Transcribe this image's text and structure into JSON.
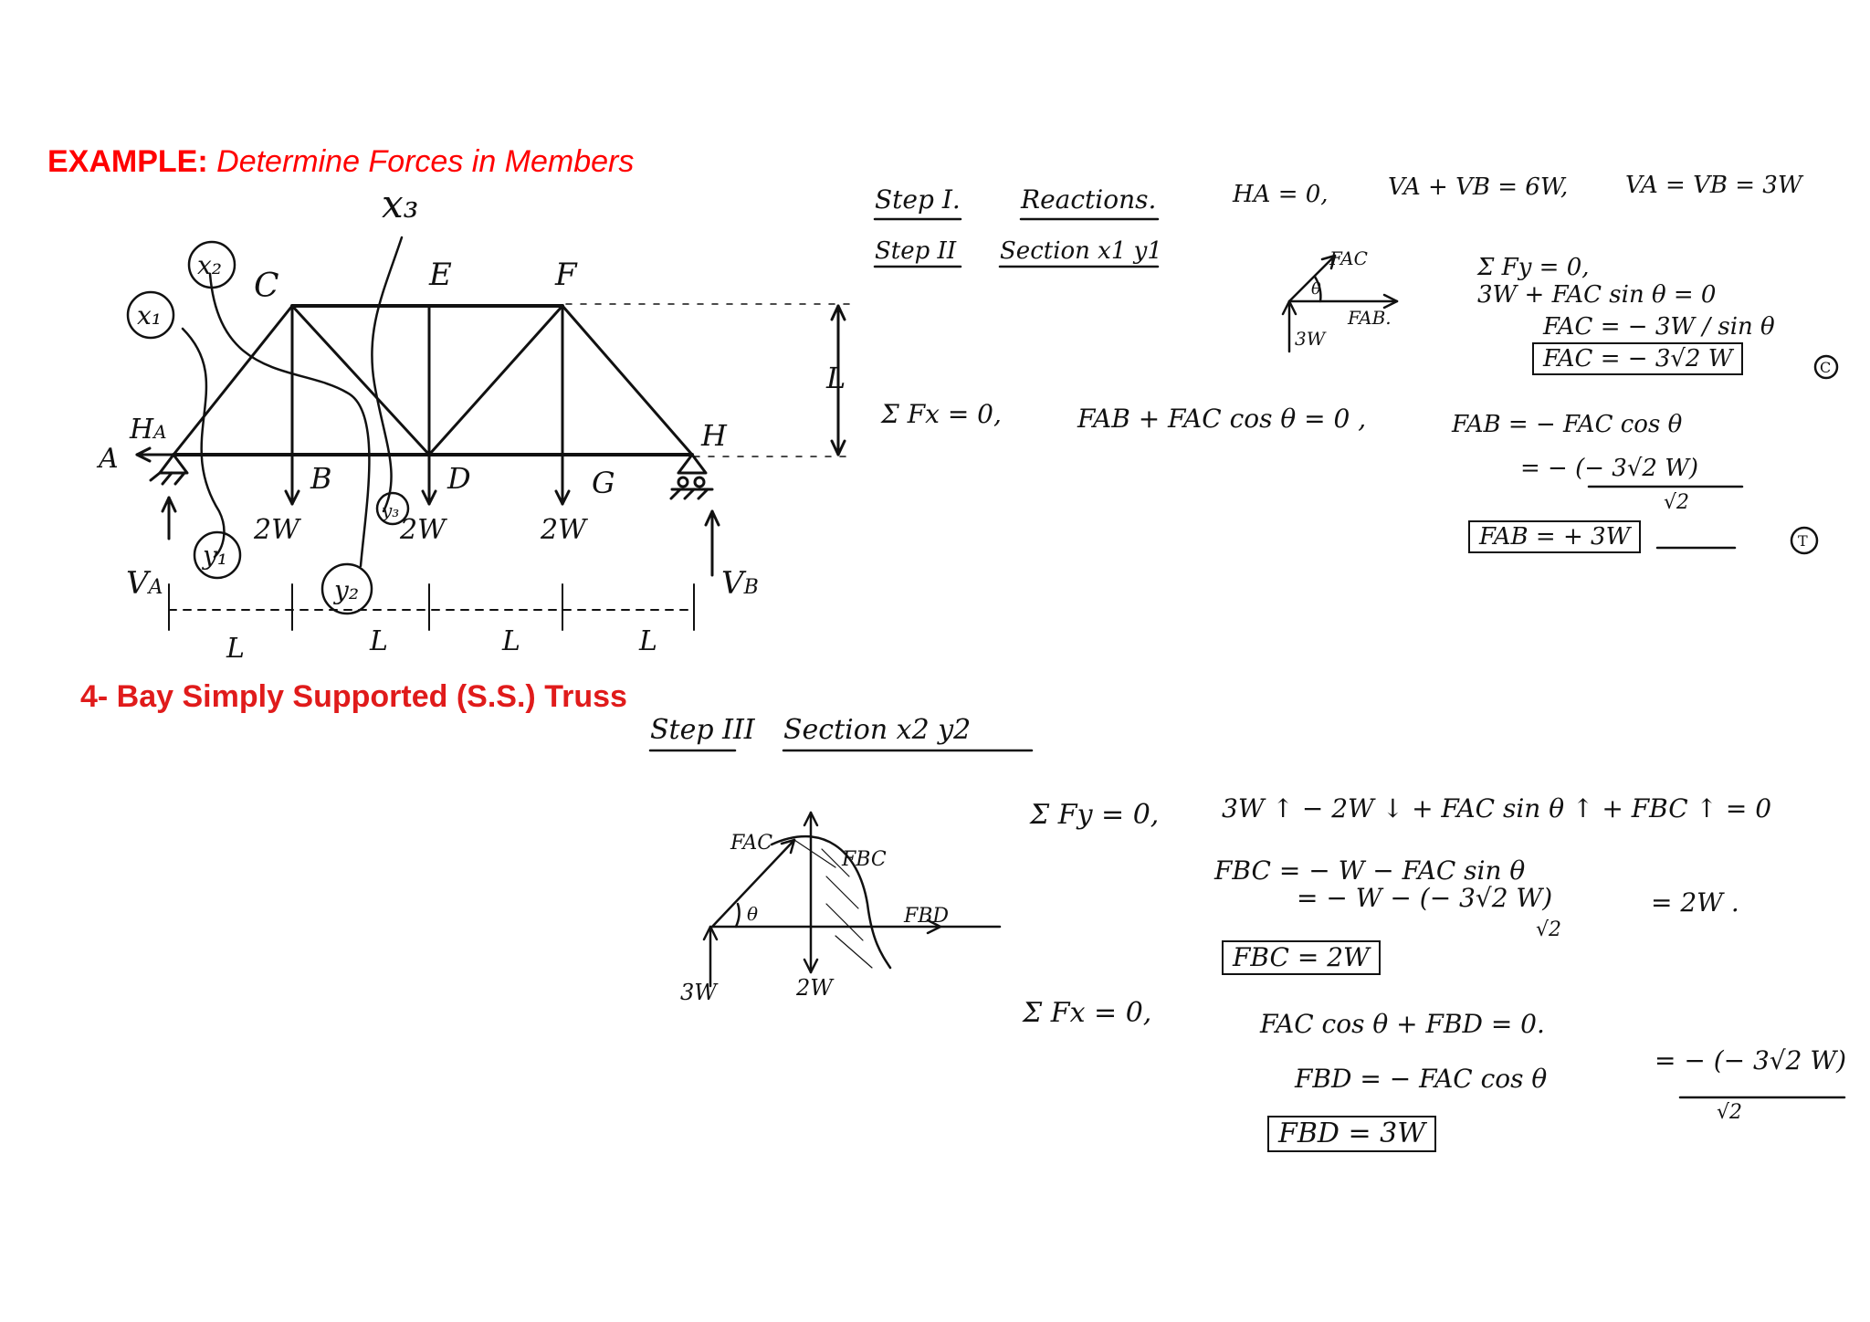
{
  "heading": {
    "label": "EXAMPLE:",
    "text": "Determine Forces in Members"
  },
  "subtitle": "4- Bay Simply Supported (S.S.) Truss",
  "truss_figure": {
    "section_labels": [
      "x1",
      "x2",
      "x3",
      "y1",
      "y2",
      "y3"
    ],
    "node_labels": [
      "A",
      "B",
      "C",
      "D",
      "E",
      "F",
      "G",
      "H"
    ],
    "reaction_labels": [
      "HA",
      "VA",
      "VB"
    ],
    "loads": [
      "2W",
      "2W",
      "2W"
    ],
    "height_label": "L",
    "span_labels": [
      "L",
      "L",
      "L",
      "L"
    ]
  },
  "step1": {
    "label": "Step I.",
    "title": "Reactions.",
    "eq1": "HA = 0,",
    "eq2": "VA + VB = 6W,",
    "eq3": "VA = VB = 3W"
  },
  "step2": {
    "label": "Step II",
    "title": "Section x1 y1",
    "fbd_labels": [
      "FAC",
      "θ",
      "FAB.",
      "3W"
    ],
    "fy_lines": [
      "Σ Fy = 0,",
      "3W + FAC sin θ = 0",
      "FAC = − 3W / sin θ"
    ],
    "fac_result": "FAC = − 3√2 W",
    "fac_tag": "C",
    "fx_lead": "Σ Fx = 0,",
    "fx_eq": "FAB + FAC cos θ = 0 ,",
    "fab_lines": [
      "FAB = − FAC cos θ",
      "= − (− 3√2 W)",
      "√2"
    ],
    "fab_result": "FAB = + 3W",
    "fab_tag": "T"
  },
  "step3": {
    "label": "Step III",
    "title": "Section x2 y2",
    "fbd_labels": [
      "FAC",
      "FBC",
      "FBD",
      "θ",
      "3W",
      "2W"
    ],
    "fy_lead": "Σ Fy = 0,",
    "fy_lines": [
      "3W ↑ − 2W ↓ + FAC sin θ ↑ + FBC ↑ = 0",
      "FBC = − W − FAC sin θ",
      "= − W − (− 3√2 W)",
      "√2",
      "= 2W ."
    ],
    "fbc_result": "FBC = 2W",
    "fx_lead": "Σ Fx = 0,",
    "fx_lines": [
      "FAC cos θ + FBD = 0.",
      "FBD = − FAC cos θ",
      "= − (− 3√2 W)",
      "√2"
    ],
    "fbd_result": "FBD = 3W"
  }
}
